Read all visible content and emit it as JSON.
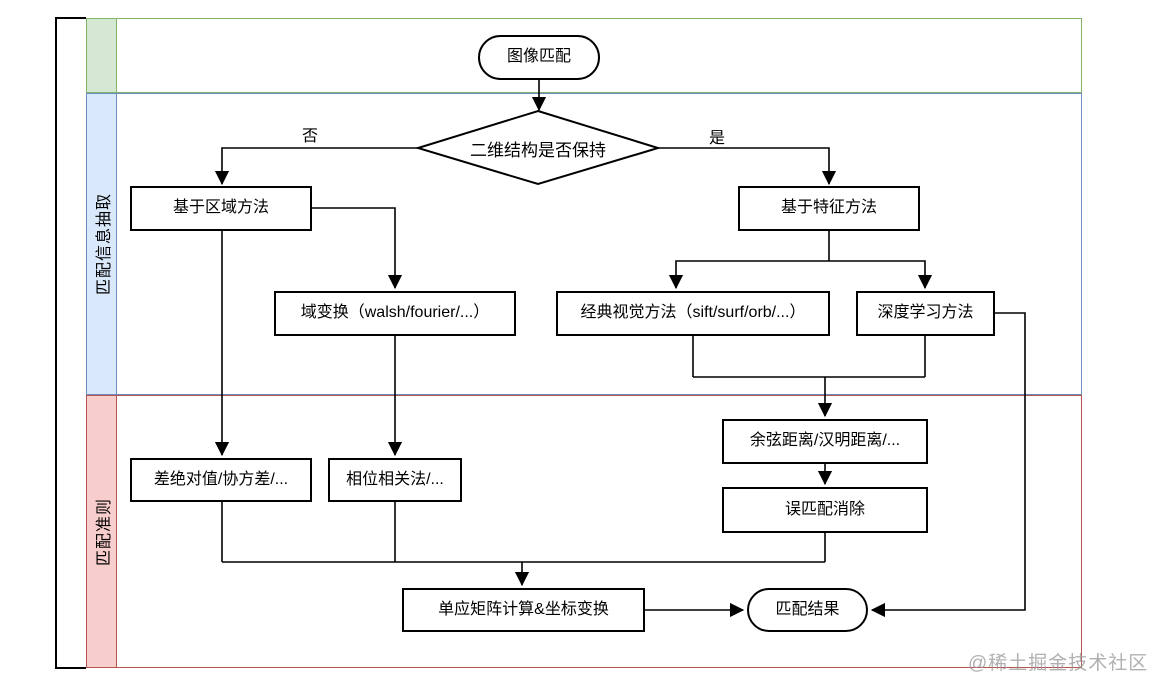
{
  "lanes": {
    "header": {
      "label": ""
    },
    "extract": {
      "label": "匹配信息抽取"
    },
    "criteria": {
      "label": "匹配准则"
    }
  },
  "nodes": {
    "start": {
      "label": "图像匹配"
    },
    "decision": {
      "label": "二维结构是否保持"
    },
    "region_based": {
      "label": "基于区域方法"
    },
    "feature_based": {
      "label": "基于特征方法"
    },
    "domain_transform": {
      "label": "域变换（walsh/fourier/...）"
    },
    "classic_vision": {
      "label": "经典视觉方法（sift/surf/orb/...）"
    },
    "deep_learning": {
      "label": "深度学习方法"
    },
    "distance": {
      "label": "余弦距离/汉明距离/..."
    },
    "mismatch_removal": {
      "label": "误匹配消除"
    },
    "abs_diff": {
      "label": "差绝对值/协方差/..."
    },
    "phase_correlation": {
      "label": "相位相关法/..."
    },
    "homography": {
      "label": "单应矩阵计算&坐标变换"
    },
    "result": {
      "label": "匹配结果"
    }
  },
  "edge_labels": {
    "no": "否",
    "yes": "是"
  },
  "watermark": "@稀土掘金技术社区",
  "colors": {
    "lane_green_fill": "#d5e8d4",
    "lane_green_stroke": "#82b366",
    "lane_blue_fill": "#dae8fc",
    "lane_blue_stroke": "#6c8ebf",
    "lane_red_fill": "#f8cecc",
    "lane_red_stroke": "#b85450",
    "line": "#000000"
  }
}
